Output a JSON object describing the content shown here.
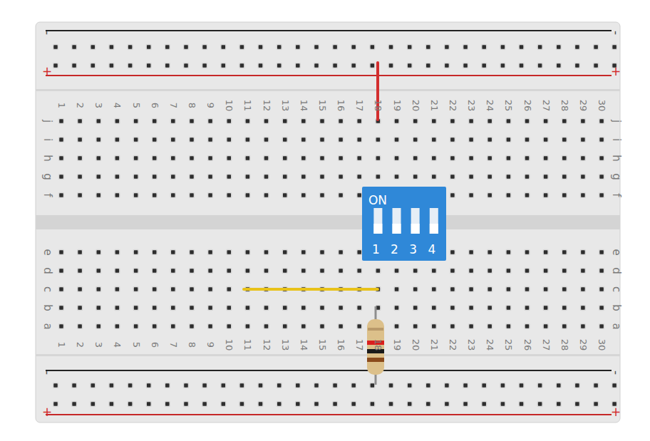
{
  "diagram": {
    "labels": [
      "-",
      "-",
      "+",
      "+",
      "1",
      "2",
      "3",
      "4",
      "5",
      "6",
      "7",
      "8",
      "9",
      "10",
      "11",
      "12",
      "13",
      "14",
      "15",
      "16",
      "17",
      "18",
      "19",
      "20",
      "21",
      "22",
      "23",
      "24",
      "25",
      "26",
      "27",
      "28",
      "29",
      "30",
      "j",
      "i",
      "h",
      "g",
      "f",
      "j",
      "i",
      "h",
      "g",
      "f",
      "ON",
      "1",
      "2",
      "3",
      "4",
      "e",
      "d",
      "c",
      "b",
      "a",
      "e",
      "d",
      "c",
      "b",
      "a",
      "1",
      "2",
      "3",
      "4",
      "5",
      "6",
      "7",
      "8",
      "9",
      "10",
      "11",
      "12",
      "13",
      "14",
      "15",
      "16",
      "17",
      "18",
      "19",
      "20",
      "21",
      "22",
      "23",
      "24",
      "25",
      "26",
      "27",
      "28",
      "29",
      "30",
      "-",
      "-",
      "+",
      "+"
    ]
  }
}
